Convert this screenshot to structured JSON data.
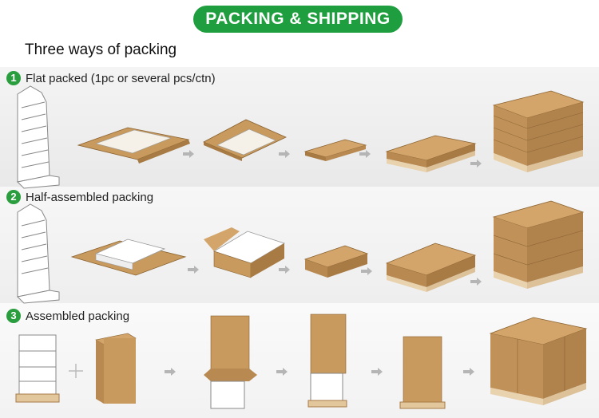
{
  "header": {
    "title": "PACKING & SHIPPING"
  },
  "subtitle": "Three ways of packing",
  "sections": [
    {
      "number": "1",
      "label": "Flat packed (1pc or several pcs/ctn)"
    },
    {
      "number": "2",
      "label": "Half-assembled packing"
    },
    {
      "number": "3",
      "label": "Assembled packing"
    }
  ],
  "colors": {
    "accent": "#1e9e3e",
    "cardboard": "#c89a5e",
    "cardboard_dark": "#a87a44"
  }
}
